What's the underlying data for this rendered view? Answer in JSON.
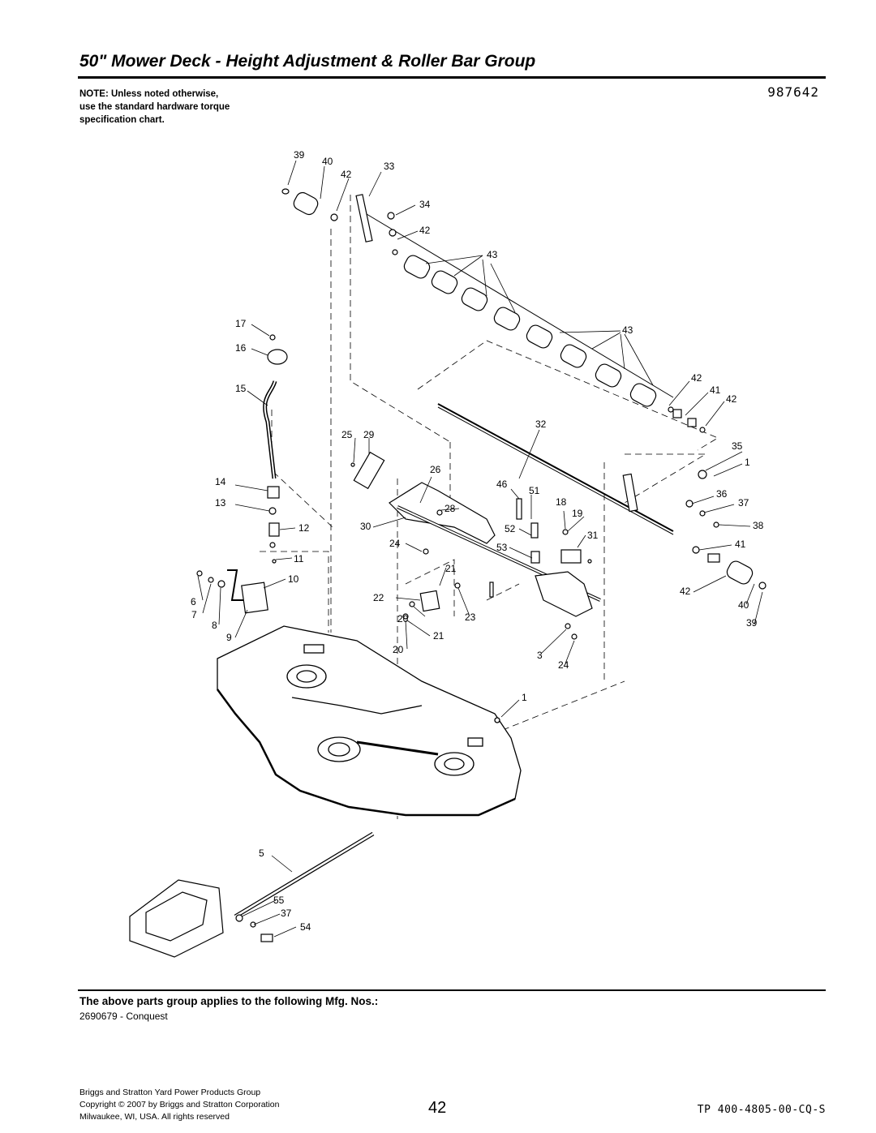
{
  "header": {
    "title": "50\" Mower Deck - Height Adjustment & Roller Bar Group",
    "diagram_number": "987642"
  },
  "note": {
    "line1": "NOTE: Unless noted otherwise,",
    "line2": "use the standard hardware torque",
    "line3": "specification chart."
  },
  "callouts": [
    "39",
    "40",
    "42",
    "33",
    "34",
    "42",
    "43",
    "17",
    "16",
    "43",
    "15",
    "42",
    "41",
    "42",
    "32",
    "25",
    "29",
    "35",
    "26",
    "1",
    "14",
    "46",
    "51",
    "18",
    "36",
    "37",
    "13",
    "28",
    "19",
    "12",
    "30",
    "52",
    "31",
    "38",
    "24",
    "53",
    "41",
    "11",
    "21",
    "10",
    "22",
    "23",
    "42",
    "6",
    "7",
    "20",
    "40",
    "8",
    "39",
    "9",
    "21",
    "20",
    "3",
    "24",
    "1",
    "5",
    "55",
    "37",
    "54"
  ],
  "applies": {
    "title": "The above parts group applies to the following Mfg. Nos.:",
    "model": "2690679 - Conquest"
  },
  "footer": {
    "line1": "Briggs and Stratton Yard Power Products Group",
    "line2": "Copyright © 2007 by Briggs and Stratton Corporation",
    "line3": "Milwaukee, WI, USA. All rights reserved",
    "page_number": "42",
    "doc_code": "TP 400-4805-00-CQ-S"
  }
}
